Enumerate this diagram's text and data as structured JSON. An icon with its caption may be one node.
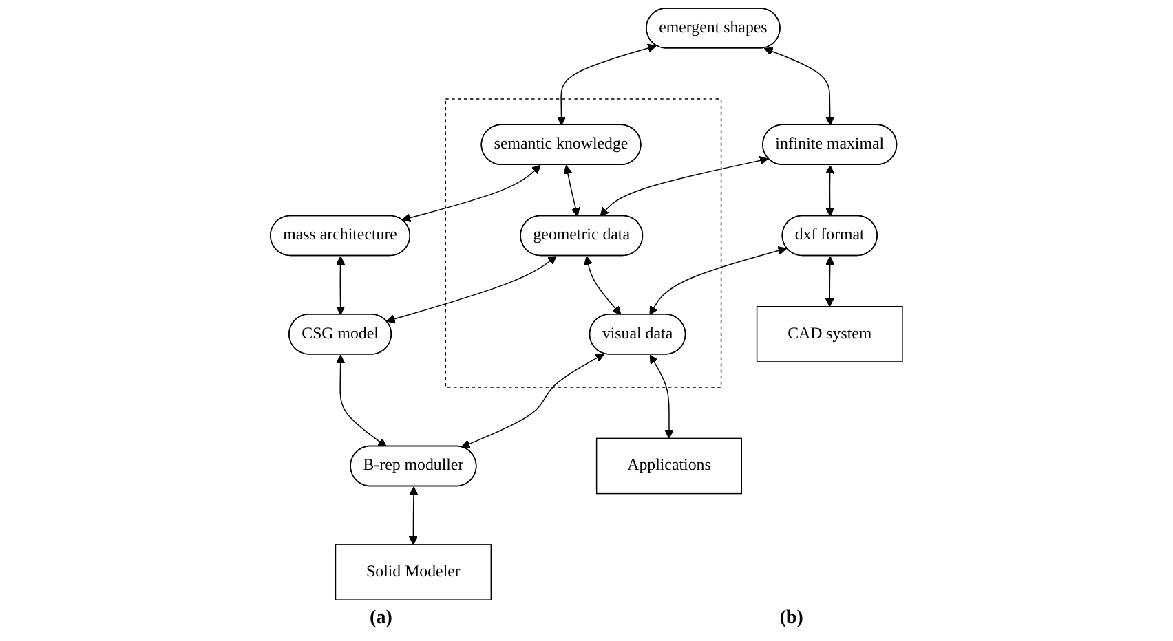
{
  "diagram": {
    "nodes": [
      {
        "text": [],
        "shape": "box"
      },
      {
        "text": [
          "emergent shapes"
        ]
      },
      {
        "text": [
          "semantic knowledge"
        ],
        "in": 0
      },
      {
        "text": [
          "mass architecture"
        ]
      },
      {
        "text": [
          "infinite maximal"
        ]
      },
      {
        "text": [
          "geometric data"
        ],
        "in": 0
      },
      {
        "text": [
          "CSG model"
        ]
      },
      {
        "text": [
          "dxf format"
        ]
      },
      {
        "text": [
          "visual data"
        ],
        "in": 0
      },
      {
        "text": [
          "B-rep moduller"
        ]
      },
      {
        "text": [
          "CAD system"
        ]
      },
      {
        "text": [
          "Applications"
        ]
      },
      {
        "text": [
          "Solid Modeler"
        ]
      }
    ],
    "edges": [
      {
        "from": 1,
        "to": 2,
        "arrow": "both"
      },
      {
        "from": 2,
        "to": 3,
        "arrow": "both"
      },
      {
        "from": 1,
        "to": 4,
        "arrow": "both"
      },
      {
        "from": 2,
        "to": 5,
        "arrow": "both"
      },
      {
        "from": 3,
        "to": 6,
        "arrow": "both"
      },
      {
        "from": 4,
        "to": 5,
        "arrow": "both"
      },
      {
        "from": 5,
        "to": 6,
        "arrow": "both"
      },
      {
        "from": 4,
        "to": 7,
        "arrow": "both"
      },
      {
        "from": 5,
        "to": 8,
        "arrow": "both"
      },
      {
        "from": 6,
        "to": 9,
        "arrow": "both"
      },
      {
        "from": 7,
        "to": 8,
        "arrow": "both"
      },
      {
        "from": 8,
        "to": 9,
        "arrow": "both"
      },
      {
        "from": 7,
        "to": 10,
        "arrow": "both"
      },
      {
        "from": 8,
        "to": 11,
        "arrow": "both"
      },
      {
        "from": 9,
        "to": 12,
        "arrow": "both"
      }
    ],
    "labels": [
      "(a)",
      "(b)"
    ]
  }
}
